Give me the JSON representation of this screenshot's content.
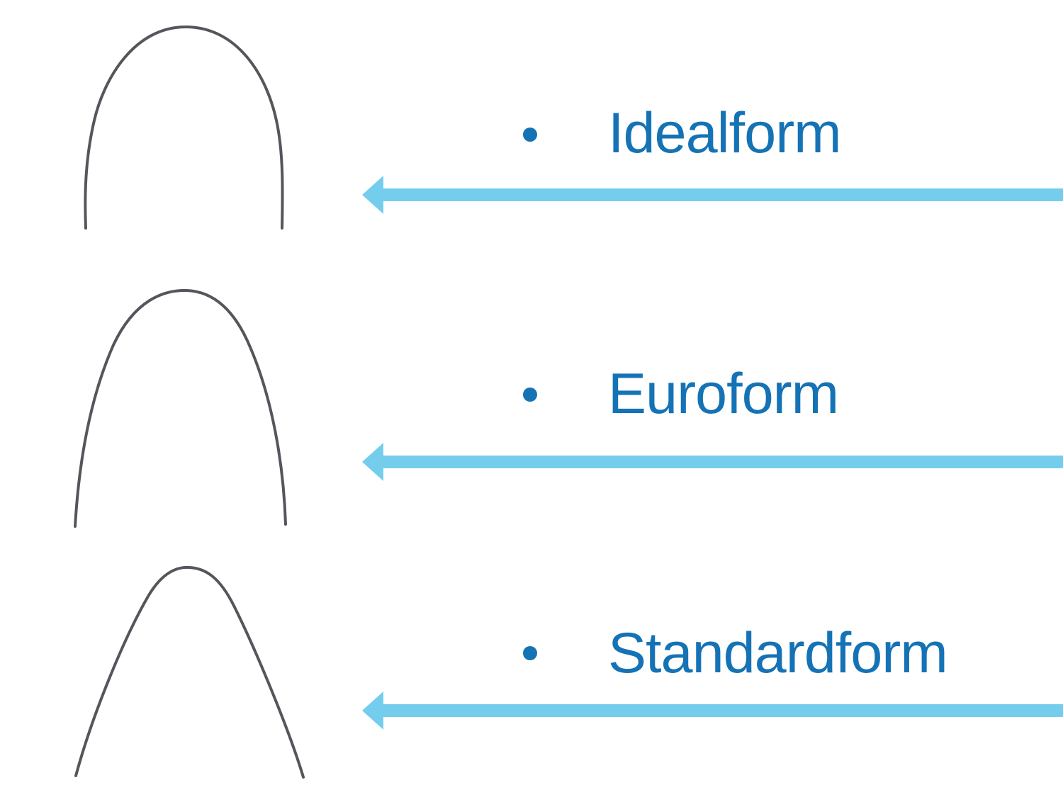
{
  "colors": {
    "background_color": "#ffffff",
    "label_text_color": "#1573b5",
    "arrow_color": "#75cdee",
    "wire_color": "#55565c"
  },
  "items": [
    {
      "label": "Idealform",
      "bullet_icon": "bullet-dot-icon",
      "wire_icon": "idealform-archwire-curve",
      "arrow_icon": "left-arrow-icon"
    },
    {
      "label": "Euroform",
      "bullet_icon": "bullet-dot-icon",
      "wire_icon": "euroform-archwire-curve",
      "arrow_icon": "left-arrow-icon"
    },
    {
      "label": "Standardform",
      "bullet_icon": "bullet-dot-icon",
      "wire_icon": "standardform-archwire-curve",
      "arrow_icon": "left-arrow-icon"
    }
  ]
}
